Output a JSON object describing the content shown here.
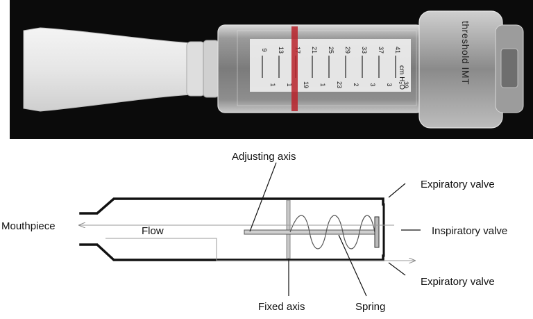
{
  "photo": {
    "brand_text": "threshold IMT",
    "unit_label": "cm H₂O",
    "scale_top": [
      "9",
      "13",
      "17",
      "21",
      "25",
      "29",
      "33",
      "37",
      "41"
    ],
    "scale_bottom": [
      "1",
      "1",
      "19",
      "1",
      "23",
      "2",
      "3",
      "3",
      "39"
    ]
  },
  "diagram": {
    "labels": {
      "adjusting_axis": "Adjusting axis",
      "expiratory_valve_top": "Expiratory valve",
      "mouthpiece": "Mouthpiece",
      "flow": "Flow",
      "inspiratory_valve": "Inspiratory valve",
      "expiratory_valve_bottom": "Expiratory valve",
      "fixed_axis": "Fixed axis",
      "spring": "Spring"
    }
  },
  "colors": {
    "photo_background": "#0b0b0b",
    "mouthpiece_white": "#e9e9e9",
    "indicator_red": "#b8232b",
    "diagram_line": "#111111",
    "flow_arrow": "#9a9a9a",
    "axis_fill": "#c8c8c8"
  }
}
